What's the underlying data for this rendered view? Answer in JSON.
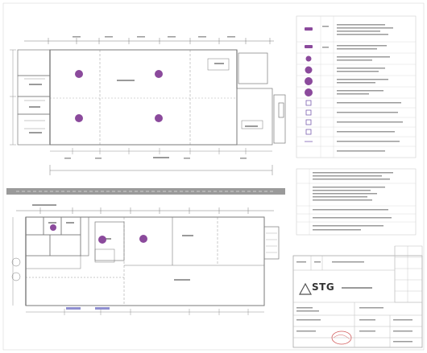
{
  "drawing": {
    "company_logo_text": "STG",
    "plan_labels": [
      "",
      "",
      "",
      ""
    ],
    "legend_descriptions": [
      "",
      "",
      "",
      "",
      "",
      "",
      "",
      "",
      "",
      "",
      "",
      ""
    ],
    "notes_lines": [
      "",
      "",
      "",
      "",
      "",
      "",
      ""
    ],
    "title_block_fields": [
      "",
      "",
      "",
      "",
      "",
      "",
      ""
    ]
  },
  "colors": {
    "line": "#7a7a7a",
    "line_light": "#b8b8b8",
    "symbol_purple": "#8b4a9c",
    "band_grey": "#9a9a9a",
    "stamp_red": "#d25a5a"
  },
  "symbols": {
    "upper_plan": "detector-symbol",
    "lower_plan": "detector-symbol"
  }
}
